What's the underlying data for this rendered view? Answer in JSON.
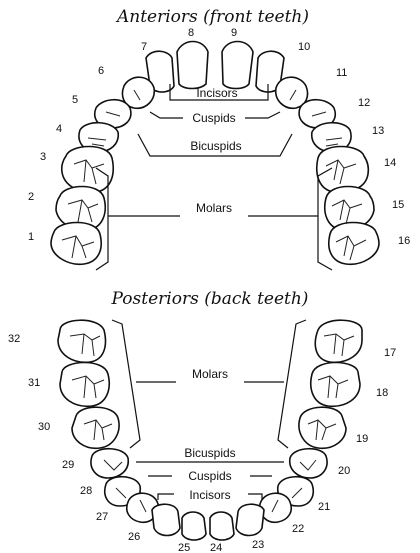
{
  "upper": {
    "title": "Anteriors (front teeth)",
    "labels": {
      "incisors": "Incisors",
      "cuspids": "Cuspids",
      "bicuspids": "Bicuspids",
      "molars": "Molars"
    },
    "numbers": [
      "1",
      "2",
      "3",
      "4",
      "5",
      "6",
      "7",
      "8",
      "9",
      "10",
      "11",
      "12",
      "13",
      "14",
      "15",
      "16"
    ]
  },
  "lower": {
    "title": "Posteriors (back teeth)",
    "labels": {
      "molars": "Molars",
      "bicuspids": "Bicuspids",
      "cuspids": "Cuspids",
      "incisors": "Incisors"
    },
    "numbers": [
      "17",
      "18",
      "19",
      "20",
      "21",
      "22",
      "23",
      "24",
      "25",
      "26",
      "27",
      "28",
      "29",
      "30",
      "31",
      "32"
    ]
  }
}
